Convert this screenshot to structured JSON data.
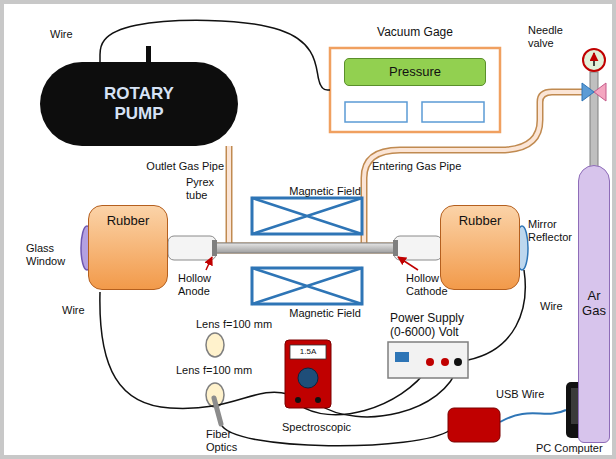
{
  "diagram": {
    "nodes": [
      {
        "text": [
          "ROTARY PUMP"
        ]
      },
      {
        "text": [
          "Vacuum Gage"
        ]
      },
      {
        "text": [
          "Pressure"
        ],
        "in": 1
      },
      {
        "text": [
          "Rubber"
        ]
      },
      {
        "text": [
          "Rubber"
        ]
      },
      {
        "text": [
          "Ar Gas"
        ]
      }
    ],
    "edges": [
      {
        "from": 0,
        "to": 1,
        "arrow": "none"
      }
    ],
    "labels": [
      "Wire",
      "Outlet Gas Pipe",
      "Pyrex tube",
      "Magnetic Field",
      "Magnetic Field",
      "Entering Gas Pipe",
      "Needle valve",
      "Glass Window",
      "Hollow Anode",
      "Hollow Cathode",
      "Mirror Reflector",
      "Wire",
      "Lens f=100 mm",
      "Lens f=100 mm",
      "1.5A",
      "Power Supply (0-6000) Volt",
      "Wire",
      "Fiber Optics",
      "Spectroscopic",
      "USB Wire",
      "PC Computer"
    ]
  }
}
